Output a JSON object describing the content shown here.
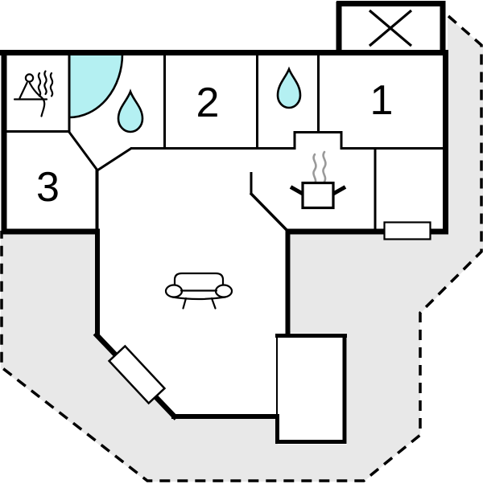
{
  "floor_plan": {
    "kind": "vacation-house-floor-plan",
    "rooms": [
      {
        "id": "room-1",
        "label": "1"
      },
      {
        "id": "room-2",
        "label": "2"
      },
      {
        "id": "room-3",
        "label": "3"
      }
    ],
    "features": {
      "sauna": "sauna-person-with-steam-icon",
      "shower": "quarter-circle-shower",
      "water_drop_count": 2,
      "kitchen": "cooking-pot-with-steam-icon",
      "living_room": "sofa-icon",
      "annex_marker": "cross-marker",
      "window_count": 2,
      "terrace": "gray-area-dashed-boundary"
    },
    "colors": {
      "walls": "#000000",
      "water": "#b4f0f2",
      "terrace_fill": "#e8e8e8",
      "background": "#ffffff",
      "steam": "#9a9a9a"
    }
  }
}
